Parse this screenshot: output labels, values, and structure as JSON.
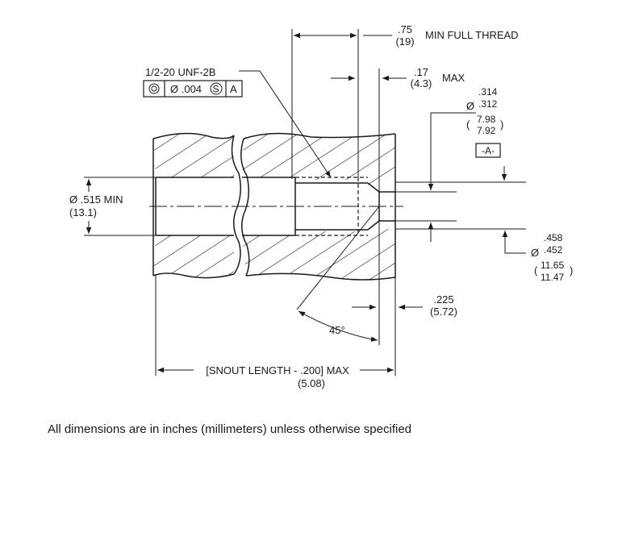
{
  "drawing": {
    "thread_full": {
      "in": ".75",
      "mm": "(19)",
      "label": "MIN FULL THREAD"
    },
    "thread_spec": "1/2-20 UNF-2B",
    "fcf": {
      "tolerance": "Ø .004",
      "datum": "A"
    },
    "counterbore_depth": {
      "in": ".17",
      "mm": "(4.3)",
      "label": "MAX"
    },
    "pilot_dia": {
      "max": ".314",
      "min": ".312",
      "mm_max": "7.98",
      "mm_min": "7.92",
      "symbol": "Ø"
    },
    "datum_label": "-A-",
    "bore_dia": {
      "text": "Ø .515 MIN",
      "mm": "(13.1)"
    },
    "outer_dia": {
      "max": ".458",
      "min": ".452",
      "mm_max": "11.65",
      "mm_min": "11.47",
      "symbol": "Ø"
    },
    "chamfer_angle": "45°",
    "face_depth": {
      "in": ".225",
      "mm": "(5.72)"
    },
    "snout": {
      "text": "[SNOUT LENGTH - .200] MAX",
      "mm": "(5.08)"
    }
  },
  "footnote": "All dimensions are in inches (millimeters) unless otherwise specified"
}
